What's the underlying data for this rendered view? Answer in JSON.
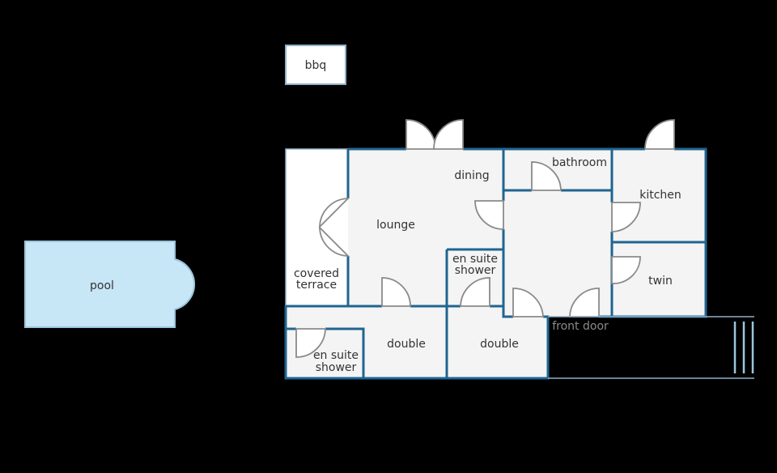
{
  "labels": {
    "bbq": "bbq",
    "pool": "pool",
    "dining": "dining",
    "bathroom": "bathroom",
    "kitchen": "kitchen",
    "lounge": "lounge",
    "covered_terrace_1": "covered",
    "covered_terrace_2": "terrace",
    "en_suite_1_a": "en suite",
    "en_suite_1_b": "shower",
    "twin": "twin",
    "double_left": "double",
    "double_mid": "double",
    "en_suite_2_a": "en suite",
    "en_suite_2_b": "shower",
    "front_door": "front door"
  },
  "colors": {
    "background": "#000000",
    "wall": "#1f6591",
    "room_fill": "#f4f4f4",
    "pool_fill": "#c7e6f6",
    "door_stroke": "#8a8a8a"
  }
}
